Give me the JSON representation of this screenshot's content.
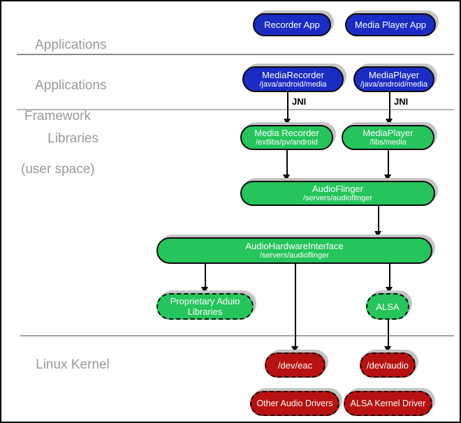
{
  "colors": {
    "app_blue": "#1a2cc4",
    "lib_green": "#25c45c",
    "kernel_red": "#b81111",
    "shadow_gray": "#c4c4c4",
    "layer_label_gray": "#999999",
    "divider_gray": "#8a8a8a"
  },
  "layers": {
    "applications": {
      "line1": "Applications"
    },
    "framework": {
      "line1": "Applications",
      "line2": "Framework"
    },
    "libraries": {
      "line1": "Libraries",
      "line2": "(user space)"
    },
    "kernel": {
      "line1": "Linux Kernel"
    }
  },
  "labels": {
    "jni": "JNI"
  },
  "nodes": {
    "recorder_app": {
      "title": "Recorder App"
    },
    "media_player_app": {
      "title": "Media Player App"
    },
    "media_recorder_fw": {
      "title": "MediaRecorder",
      "path": "/java/android/media"
    },
    "media_player_fw": {
      "title": "MediaPlayer",
      "path": "/java/android/media"
    },
    "media_recorder_lib": {
      "title": "Media Recorder",
      "path": "/extlibs/pv/android"
    },
    "media_player_lib": {
      "title": "MediaPlayer",
      "path": "/libs/media"
    },
    "audioflinger": {
      "title": "AudioFlinger",
      "path": "/servers/audioflinger"
    },
    "audio_hardware_interface": {
      "title": "AudioHardwareInterface",
      "path": "/servers/audioflinger"
    },
    "proprietary_audio_libraries": {
      "title": "Proprietary Aduio",
      "title2": "Libraries"
    },
    "alsa": {
      "title": "ALSA"
    },
    "dev_eac": {
      "title": "/dev/eac"
    },
    "dev_audio": {
      "title": "/dev/audio"
    },
    "other_audio_drivers": {
      "title": "Other Audio Drivers"
    },
    "alsa_kernel_driver": {
      "title": "ALSA Kernel Driver"
    }
  }
}
